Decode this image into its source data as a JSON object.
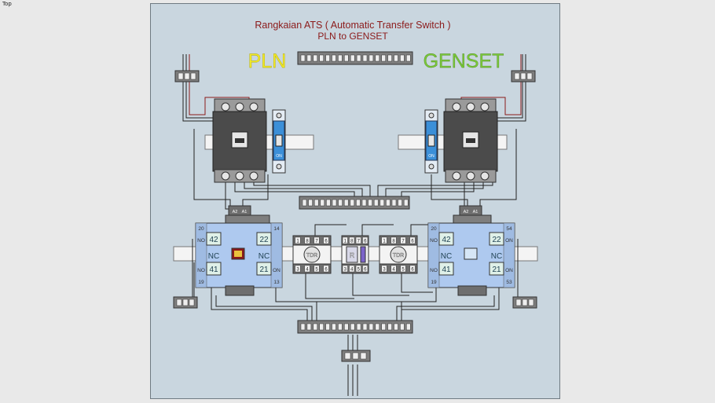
{
  "view": {
    "label": "Top"
  },
  "panel": {
    "title_line1": "Rangkaian ATS ( Automatic Transfer Switch )",
    "title_line2": "PLN to GENSET",
    "source_left": "PLN",
    "source_right": "GENSET"
  },
  "colors": {
    "background": "#e9e9e9",
    "panel": "#c9d6df",
    "title": "#8b1a1a",
    "pln": "#f2ea2a",
    "genset": "#7bc83a",
    "contactor": "#aec9ef",
    "breaker": "#4b4b4b",
    "mcb": "#3b8fd8",
    "din_rail": "#f4f4f4",
    "wire_black": "#222222",
    "wire_red": "#8b1a1a"
  },
  "contactors": [
    {
      "id": "left",
      "coil": [
        "A2",
        "A1"
      ],
      "top_left": "20",
      "top_right": "14",
      "bottom_left": "19",
      "bottom_right": "13",
      "aux": [
        {
          "num": "42",
          "side": "NO"
        },
        {
          "num": "22",
          "side": ""
        },
        {
          "num": "41",
          "side": "NO"
        },
        {
          "num": "21",
          "side": "ON"
        }
      ],
      "nc_left": "NC",
      "nc_right": "NC"
    },
    {
      "id": "right",
      "coil": [
        "A2",
        "A1"
      ],
      "top_left": "20",
      "top_right": "54",
      "bottom_left": "19",
      "bottom_right": "53",
      "aux": [
        {
          "num": "42",
          "side": "NO"
        },
        {
          "num": "22",
          "side": "ON"
        },
        {
          "num": "41",
          "side": "NO"
        },
        {
          "num": "21",
          "side": "ON"
        }
      ],
      "nc_left": "NC",
      "nc_right": "NC"
    }
  ],
  "relays": {
    "tdr_left": {
      "label": "TDR",
      "top_pins": [
        "1",
        "8",
        "7",
        "6"
      ],
      "bottom_pins": [
        "3",
        "4",
        "5",
        "6"
      ]
    },
    "relay": {
      "label": "R",
      "top_pins": [
        "1",
        "8",
        "7",
        "6"
      ],
      "bottom_pins": [
        "3",
        "4",
        "5",
        "6"
      ]
    },
    "tdr_right": {
      "label": "TDR",
      "top_pins": [
        "1",
        "8",
        "7",
        "6"
      ],
      "bottom_pins": [
        "3",
        "4",
        "5",
        "6"
      ]
    }
  },
  "mcb": {
    "label": "ON"
  }
}
